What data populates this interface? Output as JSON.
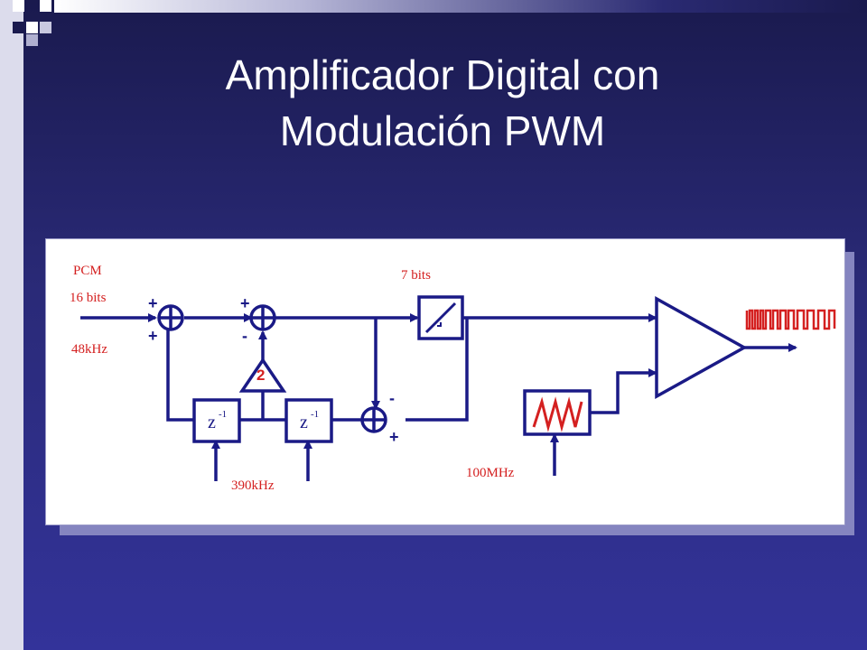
{
  "slide": {
    "title_line1": "Amplificador Digital con",
    "title_line2": "Modulación PWM"
  },
  "diagram": {
    "input_label": "PCM",
    "input_bits": "16 bits",
    "input_rate": "48kHz",
    "quantizer_bits": "7 bits",
    "delay_clock": "390kHz",
    "ramp_clock": "100MHz",
    "gain": "2",
    "delay_symbol": "z",
    "delay_exponent": "-1",
    "plus": "+",
    "minus": "-"
  },
  "colors": {
    "wire": "#1a1a86",
    "label": "#d42020",
    "title": "#ffffff"
  }
}
